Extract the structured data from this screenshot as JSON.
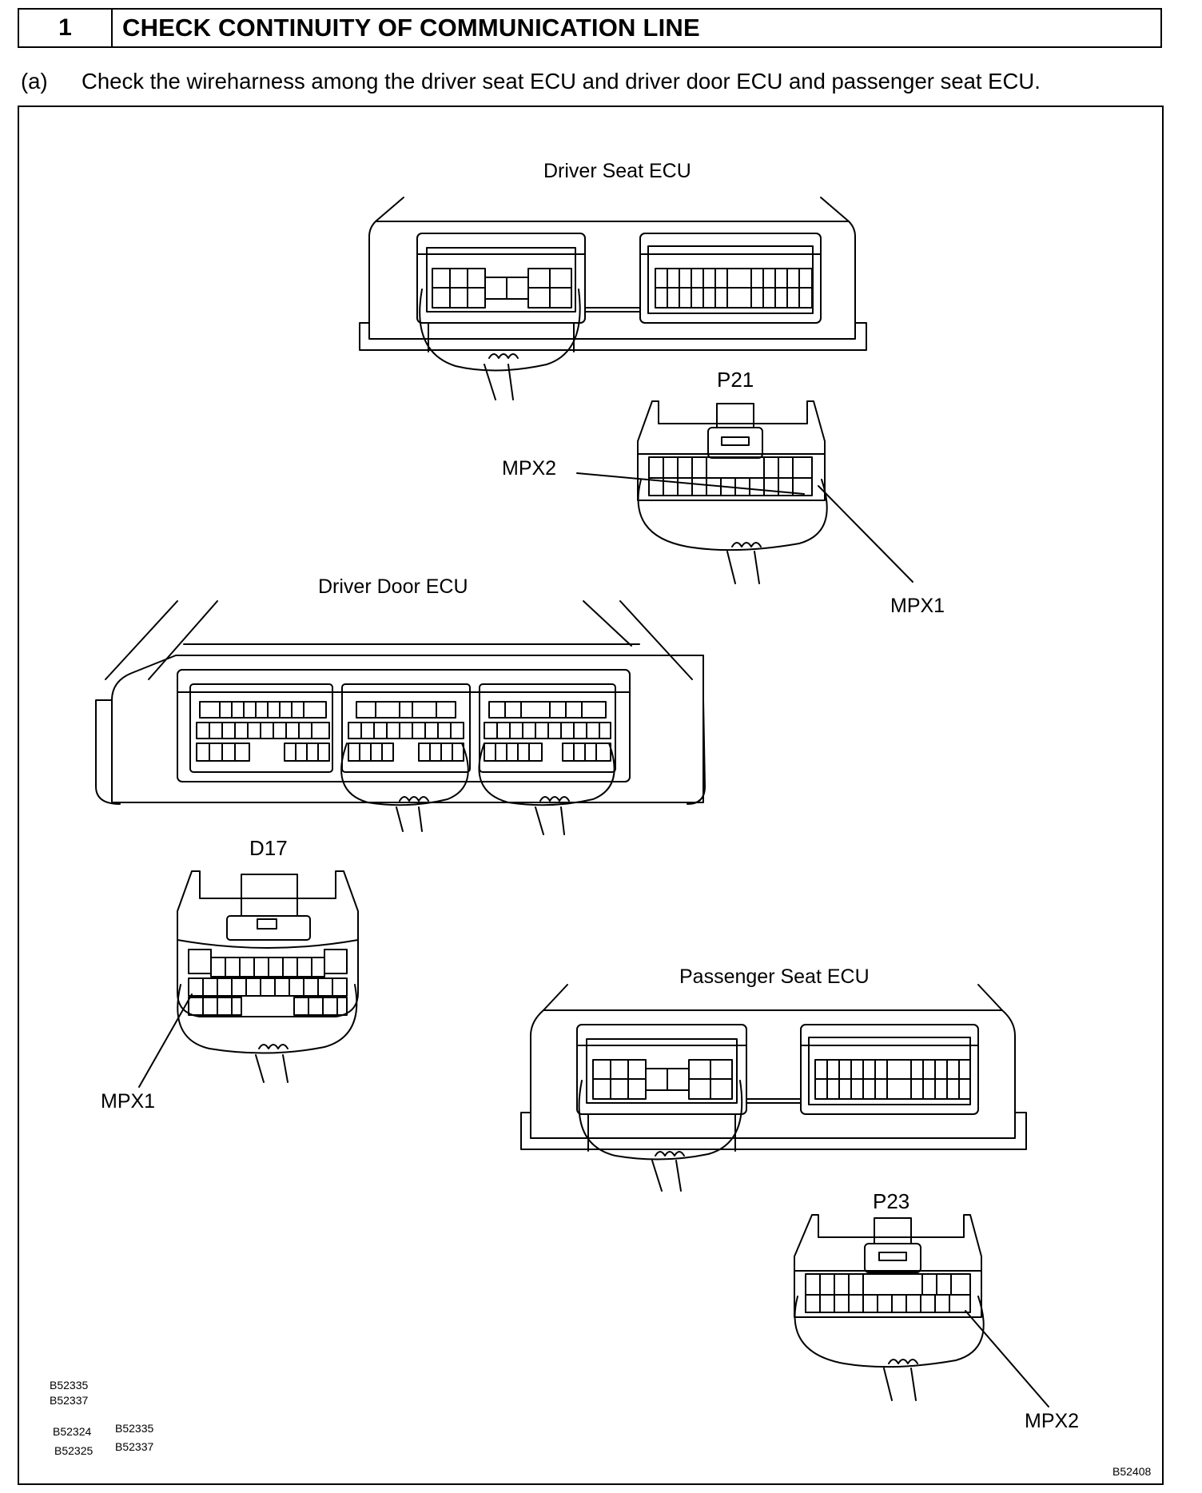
{
  "header": {
    "step_number": "1",
    "step_title": "CHECK CONTINUITY OF COMMUNICATION LINE"
  },
  "instruction": {
    "label": "(a)",
    "text": "Check the wireharness among the driver seat ECU and driver door ECU and passenger seat ECU."
  },
  "figure": {
    "labels": {
      "driver_seat_ecu": "Driver Seat ECU",
      "driver_door_ecu": "Driver Door ECU",
      "passenger_seat_ecu": "Passenger Seat ECU",
      "connector_p21": "P21",
      "connector_d17": "D17",
      "connector_p23": "P23",
      "p21_mpx2": "MPX2",
      "p21_mpx1": "MPX1",
      "d17_mpx1": "MPX1",
      "p23_mpx2": "MPX2"
    },
    "image_codes": {
      "code1": "B52335",
      "code2": "B52337",
      "code3": "B52324",
      "code4": "B52325",
      "code5": "B52335",
      "code6": "B52337",
      "code7": "B52408"
    }
  }
}
